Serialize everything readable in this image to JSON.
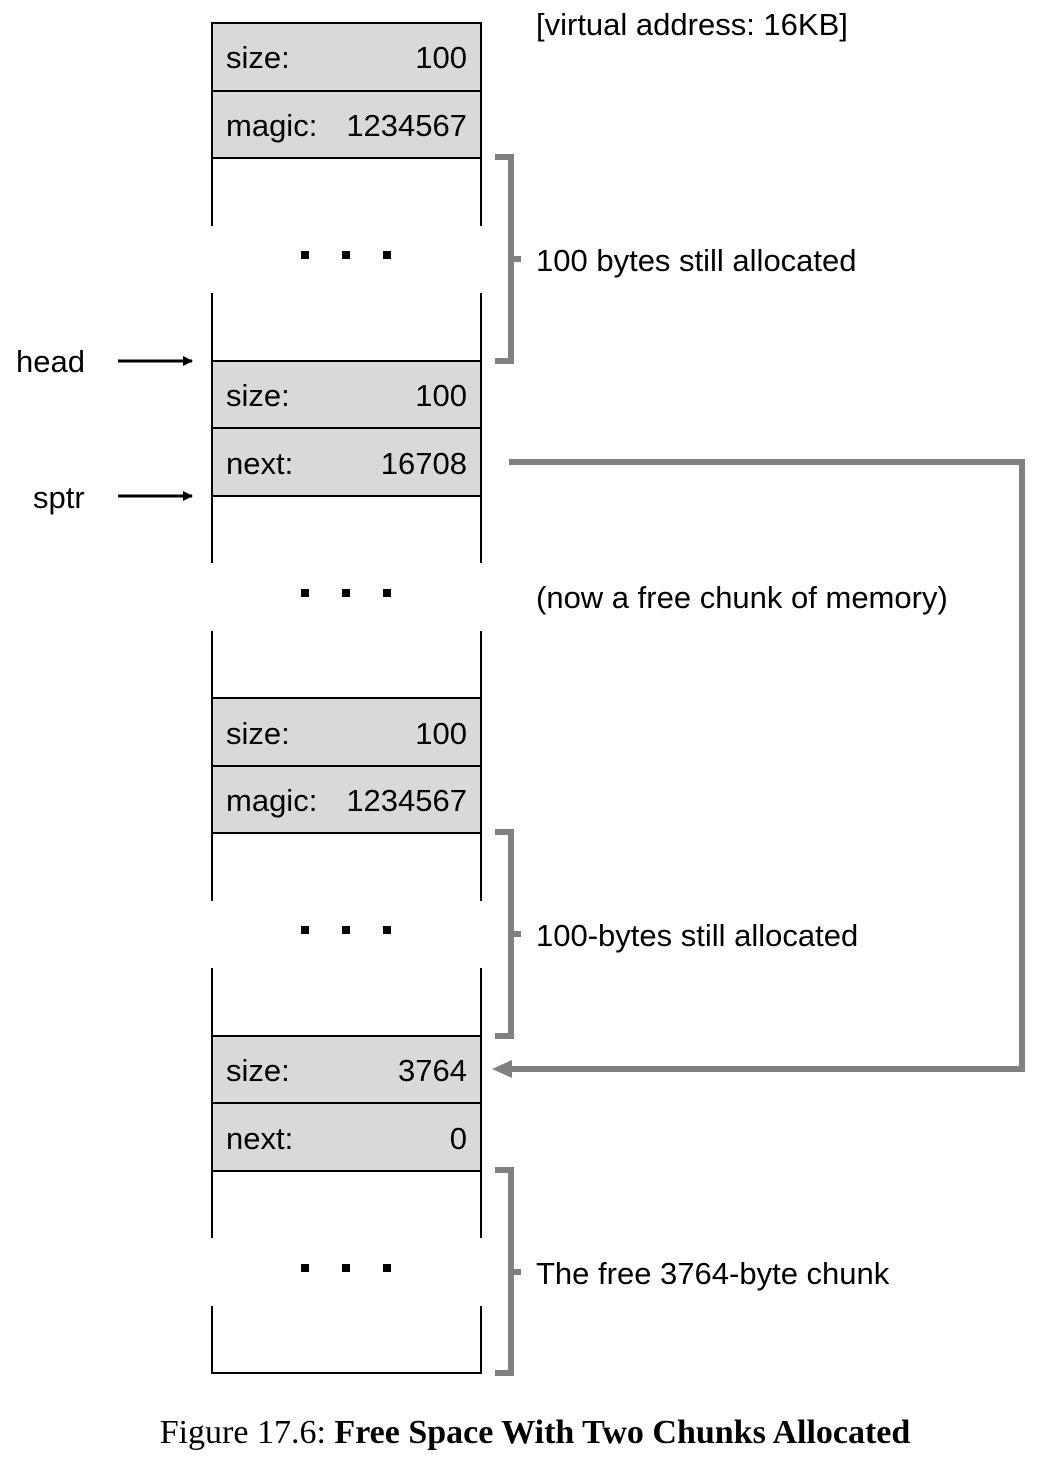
{
  "top_label": "[virtual address: 16KB]",
  "cells": [
    {
      "key": "size:",
      "value": "100"
    },
    {
      "key": "magic:",
      "value": "1234567"
    },
    {
      "key": "size:",
      "value": "100"
    },
    {
      "key": "next:",
      "value": "16708"
    },
    {
      "key": "size:",
      "value": "100"
    },
    {
      "key": "magic:",
      "value": "1234567"
    },
    {
      "key": "size:",
      "value": "3764"
    },
    {
      "key": "next:",
      "value": "0"
    }
  ],
  "pointers": {
    "head": "head",
    "sptr": "sptr"
  },
  "annotations": {
    "allocated_1": "100 bytes still allocated",
    "free_chunk": "(now a free chunk of memory)",
    "allocated_2": "100-bytes still allocated",
    "free_3764": "The free 3764-byte chunk"
  },
  "caption": {
    "prefix": "Figure 17.6:",
    "title": "Free Space With Two Chunks Allocated"
  }
}
